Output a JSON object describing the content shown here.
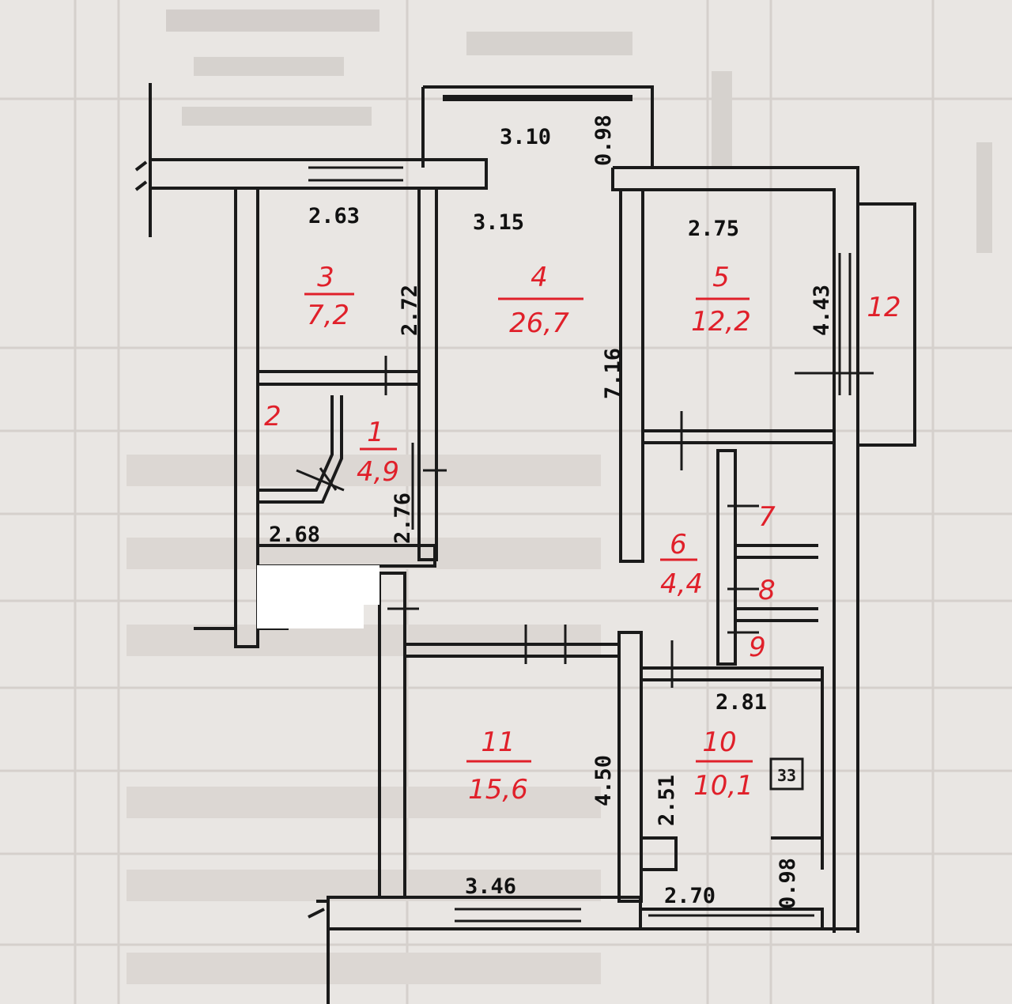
{
  "rooms": [
    {
      "id": "1",
      "area": "4,9"
    },
    {
      "id": "2"
    },
    {
      "id": "3",
      "area": "7,2"
    },
    {
      "id": "4",
      "area": "26,7"
    },
    {
      "id": "5",
      "area": "12,2"
    },
    {
      "id": "6",
      "area": "4,4"
    },
    {
      "id": "7"
    },
    {
      "id": "8"
    },
    {
      "id": "9"
    },
    {
      "id": "10",
      "area": "10,1"
    },
    {
      "id": "11",
      "area": "15,6"
    },
    {
      "id": "12"
    }
  ],
  "dimensions": {
    "top_hall": "3.10",
    "top_hall_side": "0.98",
    "room3_w": "2.63",
    "room3_h": "2.72",
    "room4_w": "3.15",
    "room4_h": "7.16",
    "room5_w": "2.75",
    "room5_h": "4.43",
    "room1_w": "2.68",
    "room1_h": "2.76",
    "room10_w": "2.81",
    "room10_h": "2.51",
    "room11_h": "4.50",
    "room11_w": "3.46",
    "bottom_right_w": "2.70",
    "bottom_right_side": "0.98"
  },
  "appliance_label": "33",
  "colors": {
    "annotation": "#e0202a",
    "ink": "#1a1a1a",
    "paper": "#e9e6e3"
  }
}
